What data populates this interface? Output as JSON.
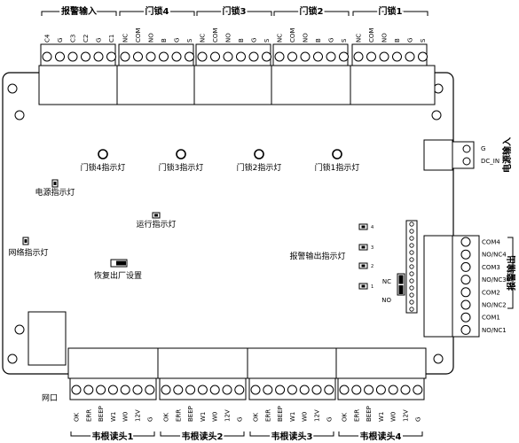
{
  "top_groups": [
    {
      "title": "报警输入",
      "pins": [
        "C4",
        "G",
        "C3",
        "C2",
        "G",
        "C1"
      ]
    },
    {
      "title": "门锁4",
      "pins": [
        "NC",
        "COM",
        "NO",
        "B",
        "G",
        "S"
      ]
    },
    {
      "title": "门锁3",
      "pins": [
        "NC",
        "COM",
        "NO",
        "B",
        "G",
        "S"
      ]
    },
    {
      "title": "门锁2",
      "pins": [
        "NC",
        "COM",
        "NO",
        "B",
        "G",
        "S"
      ]
    },
    {
      "title": "门锁1",
      "pins": [
        "NC",
        "COM",
        "NO",
        "B",
        "G",
        "S"
      ]
    }
  ],
  "bottom_groups": [
    {
      "title": "韦根读头1",
      "pins": [
        "OK",
        "ERR",
        "BEEP",
        "W1",
        "W0",
        "12V",
        "G"
      ]
    },
    {
      "title": "韦根读头2",
      "pins": [
        "OK",
        "ERR",
        "BEEP",
        "W1",
        "W0",
        "12V",
        "G"
      ]
    },
    {
      "title": "韦根读头3",
      "pins": [
        "OK",
        "ERR",
        "BEEP",
        "W1",
        "W0",
        "12V",
        "G"
      ]
    },
    {
      "title": "韦根读头4",
      "pins": [
        "OK",
        "ERR",
        "BEEP",
        "W1",
        "W0",
        "12V",
        "G"
      ]
    }
  ],
  "door_leds": [
    "门锁4指示灯",
    "门锁3指示灯",
    "门锁2指示灯",
    "门锁1指示灯"
  ],
  "labels": {
    "power_led": "电源指示灯",
    "run_led": "运行指示灯",
    "net_led": "网络指示灯",
    "factory_reset": "恢复出厂设置",
    "alarm_out_led": "报警输出指示灯",
    "network_port": "网口"
  },
  "power_input": {
    "title": "电源输入",
    "pins": [
      "G",
      "DC_IN"
    ]
  },
  "alarm_output": {
    "title": "报警输出",
    "pins": [
      "COM4",
      "NO/NC4",
      "COM3",
      "NO/NC3",
      "COM2",
      "NO/NC2",
      "COM1",
      "NO/NC1"
    ]
  },
  "alarm_leds": [
    "4",
    "3",
    "2",
    "1"
  ],
  "jumper_labels": {
    "nc": "NC",
    "no": "NO"
  }
}
